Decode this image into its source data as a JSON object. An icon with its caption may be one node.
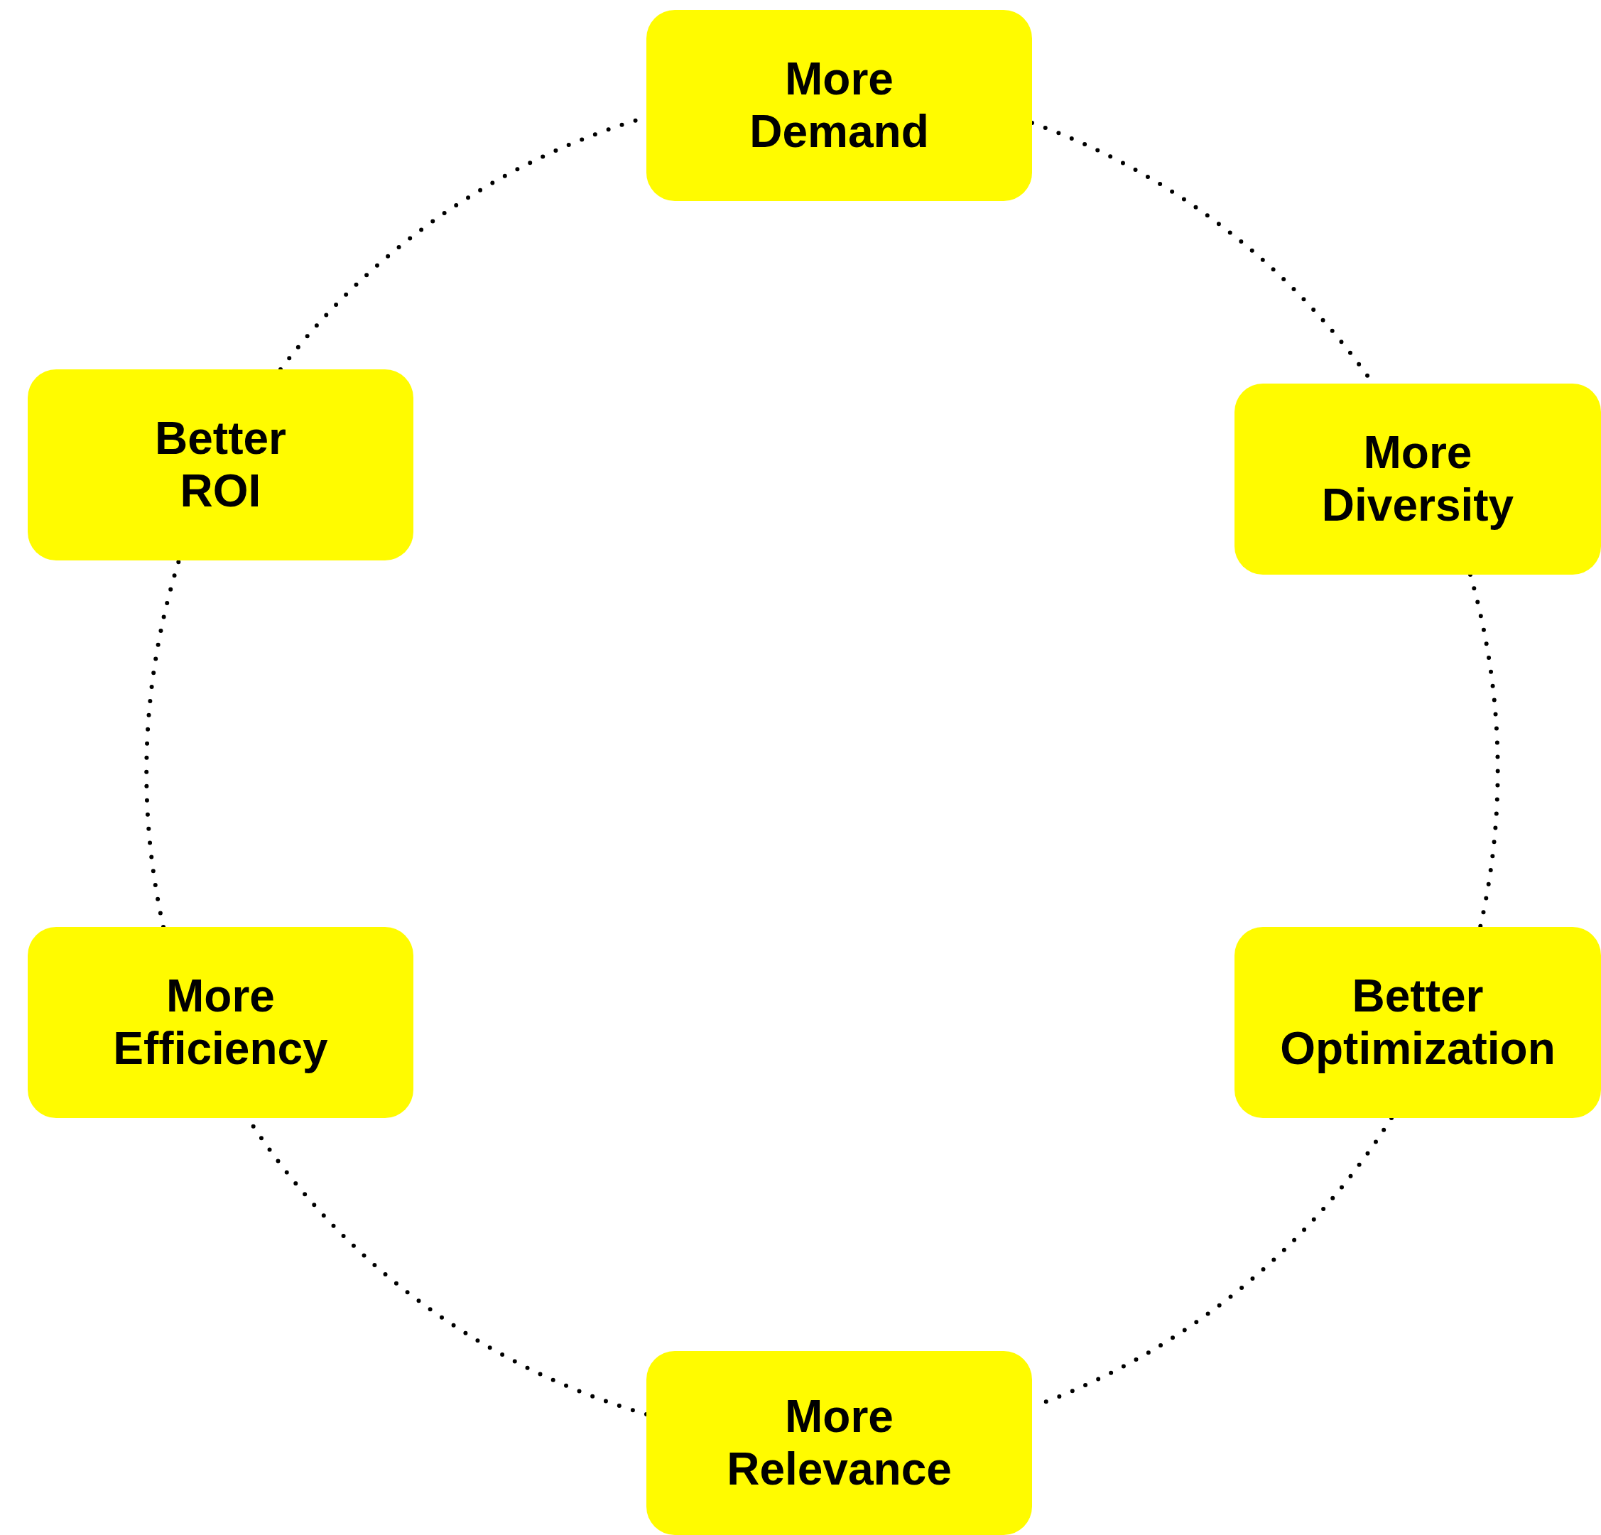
{
  "diagram": {
    "nodes": [
      {
        "text": [
          "More Demand"
        ]
      },
      {
        "text": [
          "Better ROI"
        ]
      },
      {
        "text": [
          "More Diversity"
        ]
      },
      {
        "text": [
          "More Efficiency"
        ]
      },
      {
        "text": [
          "Better Optimization"
        ]
      },
      {
        "text": [
          "More Relevance"
        ]
      }
    ],
    "edges": [
      {
        "from": 0,
        "to": 2,
        "arrow": "none"
      },
      {
        "from": 2,
        "to": 4,
        "arrow": "none"
      },
      {
        "from": 4,
        "to": 5,
        "arrow": "none"
      },
      {
        "from": 5,
        "to": 3,
        "arrow": "none"
      },
      {
        "from": 3,
        "to": 1,
        "arrow": "none"
      },
      {
        "from": 1,
        "to": 0,
        "arrow": "none"
      }
    ]
  }
}
